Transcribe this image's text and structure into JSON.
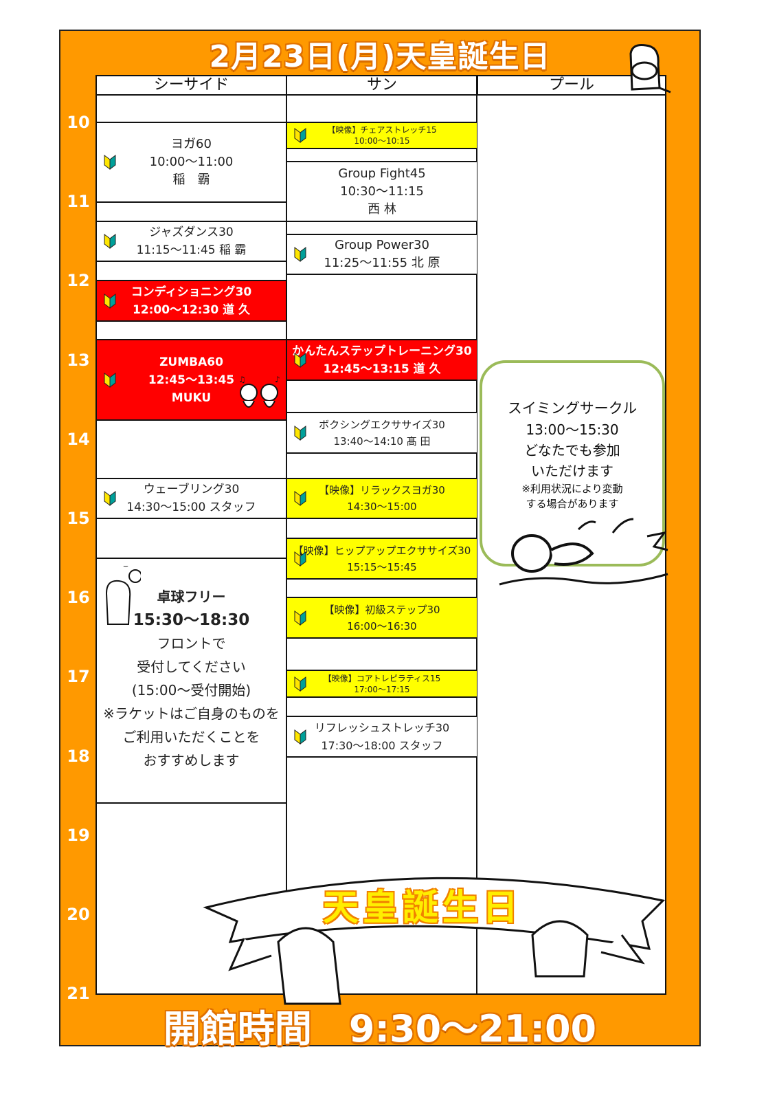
{
  "title": "2月23日(月)天皇誕生日",
  "columns": [
    "シーサイド",
    "サン",
    "プール"
  ],
  "hours": [
    "10",
    "11",
    "12",
    "13",
    "14",
    "15",
    "16",
    "17",
    "18",
    "19",
    "20",
    "21"
  ],
  "seaside": [
    {
      "name": "ヨガ60",
      "time": "10:00～11:00",
      "instructor": "稲　霸"
    },
    {
      "name": "ジャズダンス30",
      "time": "11:15～11:45  稲 霸"
    },
    {
      "name": "コンディショニング30",
      "time": "12:00～12:30  道 久"
    },
    {
      "name": "ZUMBA60",
      "time": "12:45～13:45",
      "instructor": "MUKU"
    },
    {
      "name": "ウェーブリング30",
      "time": "14:30～15:00  スタッフ"
    },
    {
      "name": "卓球フリー",
      "time": "15:30～18:30",
      "lines": [
        "フロントで",
        "受付してください",
        "(15:00～受付開始)",
        "※ラケットはご自身のものを",
        "ご利用いただくことを",
        "おすすめします"
      ]
    }
  ],
  "sun": [
    {
      "name": "【映像】チェアストレッチ15",
      "time": "10:00～10:15"
    },
    {
      "name": "Group Fight45",
      "time": "10:30～11:15",
      "instructor": "西 林"
    },
    {
      "name": "Group Power30",
      "time": "11:25～11:55  北 原"
    },
    {
      "name": "かんたんステップトレーニング30",
      "time": "12:45～13:15  道 久"
    },
    {
      "name": "ボクシングエクササイズ30",
      "time": "13:40～14:10  髙 田"
    },
    {
      "name": "【映像】リラックスヨガ30",
      "time": "14:30～15:00"
    },
    {
      "name": "【映像】ヒップアップエクササイズ30",
      "time": "15:15～15:45"
    },
    {
      "name": "【映像】初級ステップ30",
      "time": "16:00～16:30"
    },
    {
      "name": "【映像】コアトレピラティス15",
      "time": "17:00～17:15"
    },
    {
      "name": "リフレッシュストレッチ30",
      "time": "17:30～18:00  スタッフ"
    }
  ],
  "pool": {
    "name": "スイミングサークル",
    "time": "13:00～15:30",
    "line1": "どなたでも参加",
    "line2": "いただけます",
    "note1": "※利用状況により変動",
    "note2": "する場合があります"
  },
  "banner": "天皇誕生日",
  "footer": "開館時間　9:30～21:00",
  "colors": {
    "frame": "#ff9900",
    "video": "#ffff00",
    "featured": "#ff0000",
    "pool_border": "#9bbb59"
  }
}
